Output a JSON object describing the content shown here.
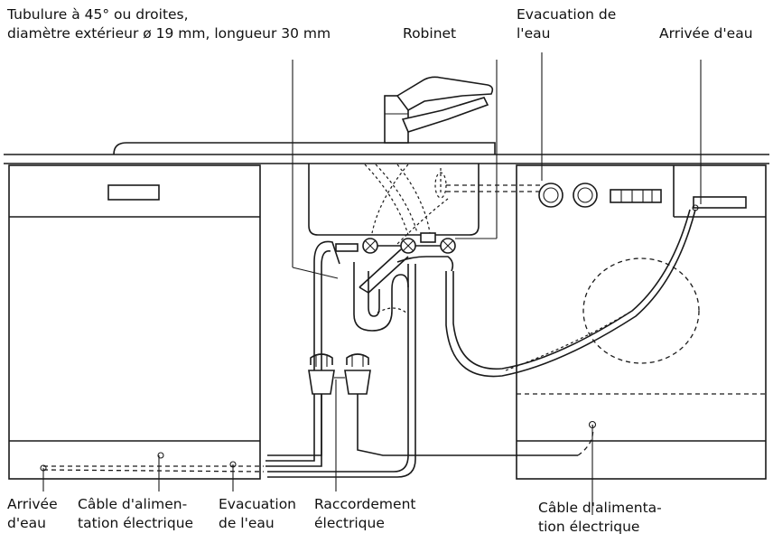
{
  "labels": {
    "tubulure_line1": "Tubulure à 45° ou droites,",
    "tubulure_line2": "diamètre extérieur ø 19 mm, longueur 30 mm",
    "robinet": "Robinet",
    "evac_top_line1": "Evacuation de",
    "evac_top_line2": "l'eau",
    "arrivee_top": "Arrivée d'eau",
    "arrivee_bottom_line1": "Arrivée",
    "arrivee_bottom_line2": "d'eau",
    "cable_left_line1": "Câble d'alimen-",
    "cable_left_line2": "tation électrique",
    "evac_bottom_line1": "Evacuation",
    "evac_bottom_line2": "de l'eau",
    "raccordement_line1": "Raccordement",
    "raccordement_line2": "électrique",
    "cable_right_line1": "Câble d'alimenta-",
    "cable_right_line2": "tion électrique"
  }
}
